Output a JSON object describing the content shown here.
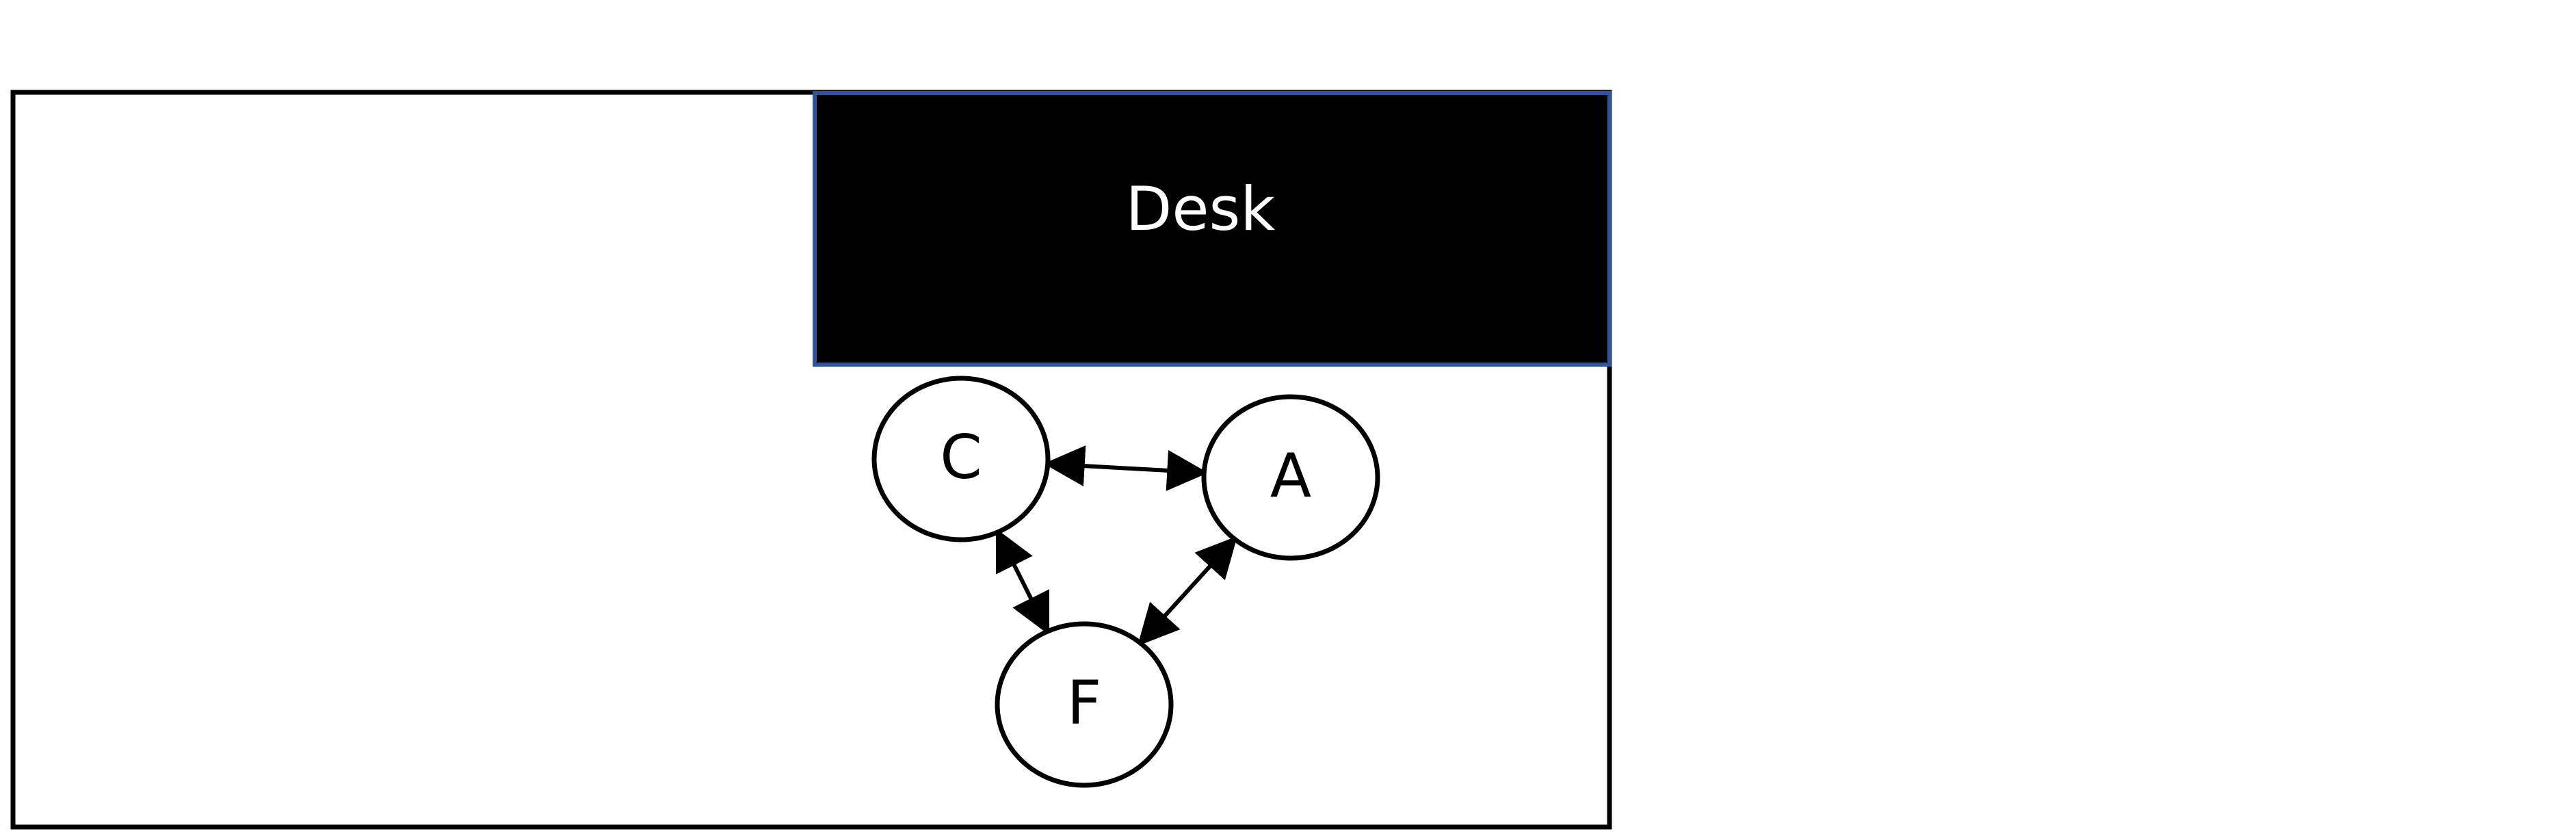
{
  "diagram": {
    "desk": {
      "label": "Desk",
      "fill_color": "#000000",
      "border_color": "#2F5597",
      "text_color": "#ffffff"
    },
    "room": {
      "border_color": "#000000"
    },
    "nodes": [
      {
        "id": "C",
        "label": "C"
      },
      {
        "id": "A",
        "label": "A"
      },
      {
        "id": "F",
        "label": "F"
      }
    ],
    "edges": [
      {
        "from": "C",
        "to": "A",
        "bidirectional": true
      },
      {
        "from": "C",
        "to": "F",
        "bidirectional": true
      },
      {
        "from": "A",
        "to": "F",
        "bidirectional": true
      }
    ]
  }
}
